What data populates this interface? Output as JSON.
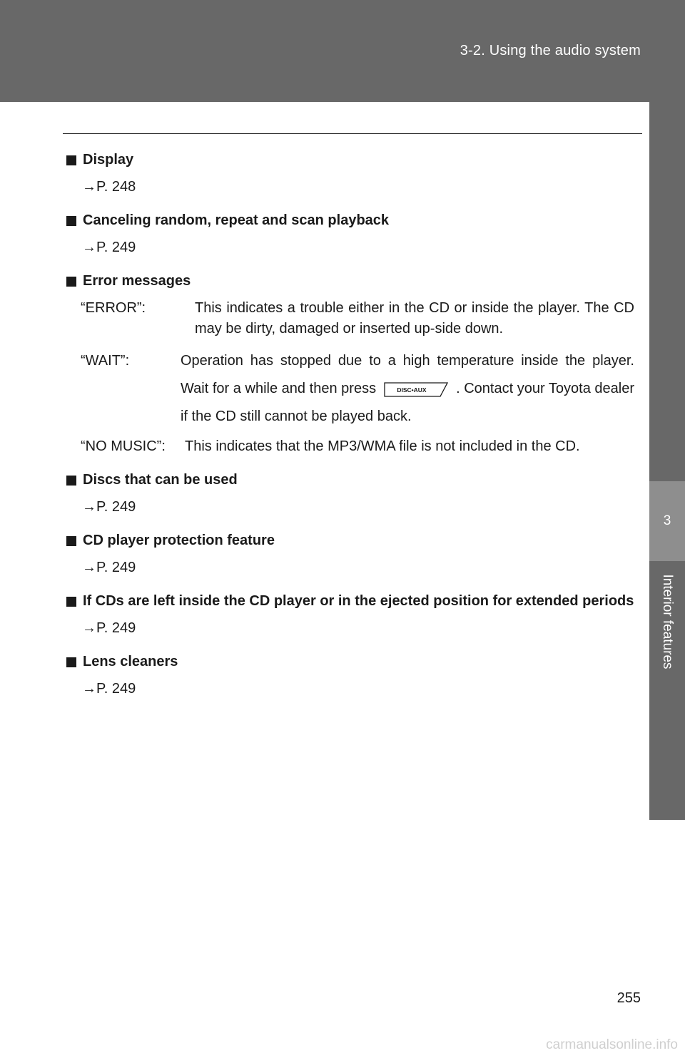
{
  "header": {
    "section_title": "3-2. Using the audio system"
  },
  "side_tab": {
    "chapter_number": "3",
    "chapter_label": "Interior features"
  },
  "sections": [
    {
      "heading": "Display",
      "ref": "P. 248"
    },
    {
      "heading": "Canceling random, repeat and scan playback",
      "ref": "P. 249"
    },
    {
      "heading": "Error messages",
      "errors": {
        "error": {
          "code": "“ERROR”:",
          "text": "This indicates a trouble either in the CD or inside the player. The CD may be dirty, damaged or inserted up-side down."
        },
        "wait": {
          "code": "“WAIT”:",
          "text_before": "Operation has stopped due to a high temperature inside the player. Wait for a while and then press",
          "button_label": "DISC•AUX",
          "text_after": ". Contact your Toyota dealer if the CD still cannot be played back."
        },
        "no_music": {
          "code": "“NO MUSIC”:",
          "text": "This indicates that the MP3/WMA file is not included in the CD."
        }
      }
    },
    {
      "heading": "Discs that can be used",
      "ref": "P. 249"
    },
    {
      "heading": "CD player protection feature",
      "ref": "P. 249"
    },
    {
      "heading": "If CDs are left inside the CD player or in the ejected position for extended periods",
      "ref": "P. 249"
    },
    {
      "heading": "Lens cleaners",
      "ref": "P. 249"
    }
  ],
  "footer": {
    "page_number": "255",
    "watermark": "carmanualsonline.info"
  },
  "arrow_glyph": "→"
}
